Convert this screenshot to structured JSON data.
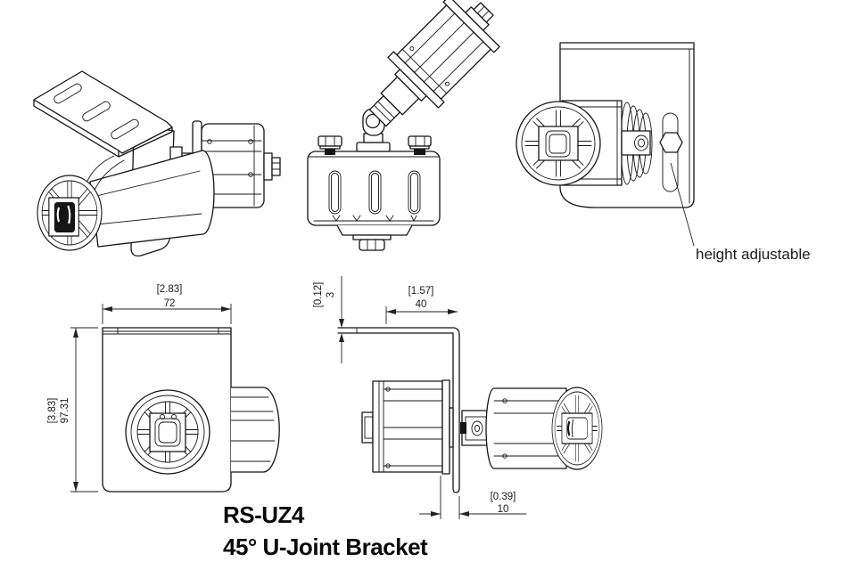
{
  "drawing": {
    "title": {
      "model": "RS-UZ4",
      "name": "45° U-Joint Bracket"
    },
    "annotation": {
      "height_note": "height adjustable"
    },
    "dims": {
      "overall_width": {
        "inch": "[2.83]",
        "mm": "72"
      },
      "overall_height": {
        "inch": "[3.83]",
        "mm": "97.31"
      },
      "flange_thickness": {
        "inch": "[0.12]",
        "mm": "3"
      },
      "flange_width": {
        "inch": "[1.57]",
        "mm": "40"
      },
      "plate_offset": {
        "inch": "[0.39]",
        "mm": "10"
      }
    },
    "colors": {
      "line": "#151515",
      "background": "#ffffff"
    }
  }
}
